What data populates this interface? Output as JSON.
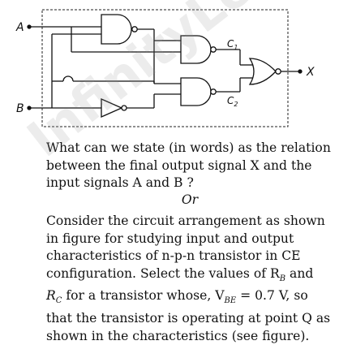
{
  "circuit": {
    "input_a": "A",
    "input_b": "B",
    "output_x": "X",
    "c1_label": "C",
    "c1_sub": "1",
    "c2_label": "C",
    "c2_sub": "2"
  },
  "question1": {
    "line1": "What can we state (in words) as the relation",
    "line2": "between the final output signal X and the",
    "line3": "input signals A and B ?"
  },
  "separator": "Or",
  "question2": {
    "line1": "Consider the circuit arrangement as shown",
    "line2": "in figure for studying  input and output",
    "line3": "characteristics of n-p-n transistor in CE",
    "line4": "configuration. Select the values of R",
    "line4_sub": "B",
    "line4_end": " and",
    "line5": "R",
    "line5_sub": "C",
    "line5_mid": " for a transistor whose, V",
    "line5_sub2": "BE",
    "line5_end": " = 0.7 V, so",
    "line6": "that the transistor is operating at point Q as",
    "line7": "shown in the characteristics (see figure)."
  },
  "watermark": "InfinityLearn.com"
}
